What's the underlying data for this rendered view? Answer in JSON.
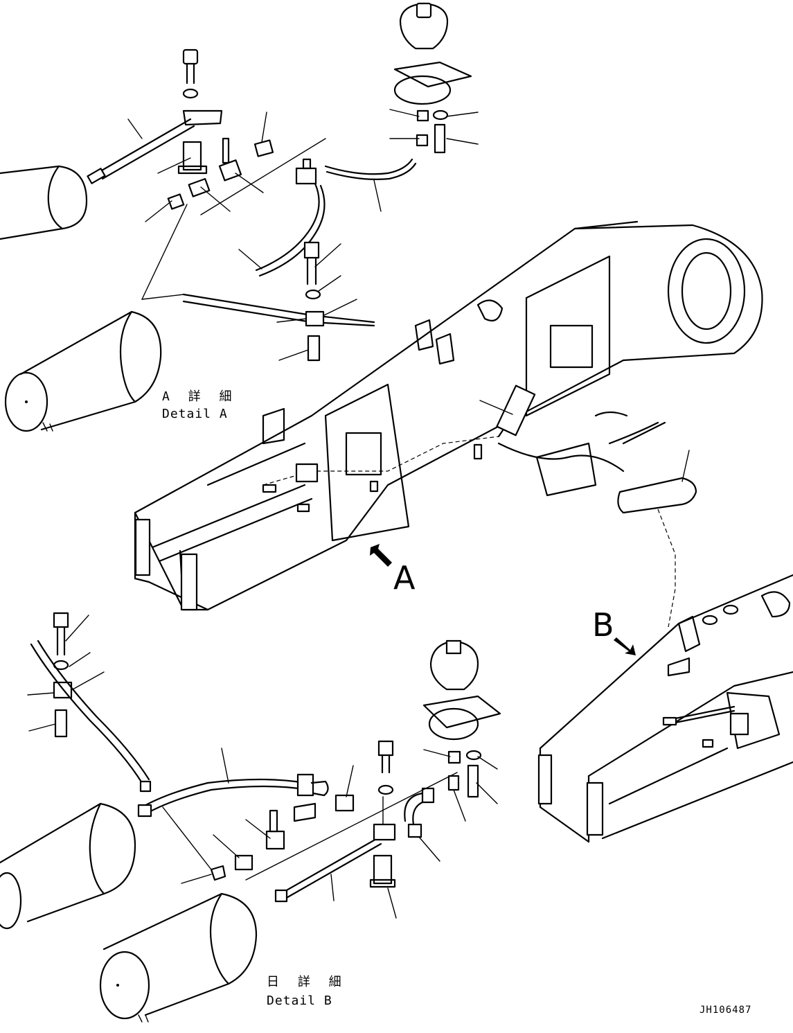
{
  "detail_a": {
    "title_jp": "A 詳 細",
    "title_en": "Detail A"
  },
  "detail_b": {
    "title_jp": "日 詳 細",
    "title_en": "Detail B"
  },
  "view_arrows": {
    "a": "A",
    "b": "B"
  },
  "drawing_code": "JH106487",
  "icons": [
    "view-arrow-a-icon",
    "view-arrow-b-icon"
  ]
}
